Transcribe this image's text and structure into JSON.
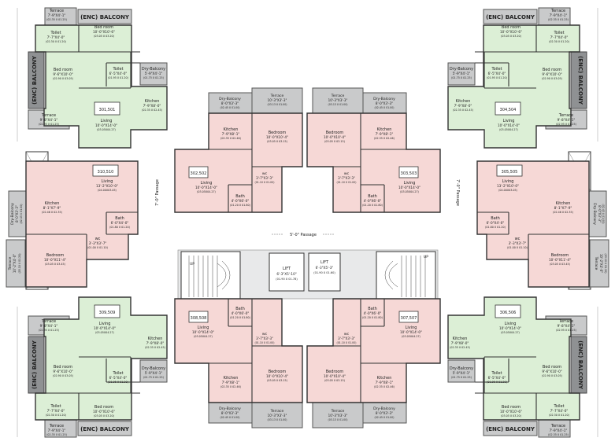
{
  "balcony": {
    "enc": "(ENC) BALCONY"
  },
  "rooms": {
    "terrace_7x4": {
      "name": "Terrace",
      "dim": "7'-9\"X4'-1\"",
      "area": "(02.35 X 01.25)"
    },
    "terrace_9x4": {
      "name": "Terrace",
      "dim": "9'-8\"X4'-1\"",
      "area": "(02.95 X 01.25)"
    },
    "terrace_10x3": {
      "name": "Terrace",
      "dim": "10'-3\"X3'-3\"",
      "area": "(03.13 X 01.00)"
    },
    "terrace_vert": {
      "name": "Terrace",
      "dim": "10'-2\"X4'-0\"",
      "area": "(03.10 X 01.20)"
    },
    "toilet_7x4": {
      "name": "Toilet",
      "dim": "7'-7\"X4'-0\"",
      "area": "(02.30 X 01.20)"
    },
    "toilet_6x4": {
      "name": "Toilet",
      "dim": "6'-5\"X4'-0\"",
      "area": "(01.95 X 01.20)"
    },
    "bed_10x10": {
      "name": "Bed room",
      "dim": "10'-0\"X10'-6\"",
      "area": "(03.05 X 03.20)"
    },
    "bed_9x10": {
      "name": "Bed room",
      "dim": "9'-6\"X10'-0\"",
      "area": "(02.90 X 03.05)"
    },
    "drybal_5x4": {
      "name": "Dry-Balcony",
      "dim": "5'-9\"X4'-1\"",
      "area": "(01.75 X 01.25)"
    },
    "drybal_8x3": {
      "name": "Dry-Balcony",
      "dim": "8'-0\"X3'-3\"",
      "area": "(02.45 X 01.00)"
    },
    "drybal_vert": {
      "name": "Dry-Balcony",
      "dim": "8'-0\"X3'-3\"",
      "area": "(02.45 X 01.00)"
    },
    "kitchen_7x8": {
      "name": "Kitchen",
      "dim": "7'-9\"X8'-0\"",
      "area": "(02.35 X 02.45)"
    },
    "kitchen_7x8_1": {
      "name": "Kitchen",
      "dim": "7'-9\"X8'-1\"",
      "area": "(02.35 X 02.46)"
    },
    "kitchen_8x7": {
      "name": "Kitchen",
      "dim": "8'-1\"X7'-9\"",
      "area": "(02.46 X 02.35)"
    },
    "living_10x14": {
      "name": "Living",
      "dim": "10'-0\"X14'-0\"",
      "area": "(03.05X04.27)"
    },
    "living_13x10": {
      "name": "Living",
      "dim": "13'-2\"X10'-0\"",
      "area": "(04.00X03.05)"
    },
    "bedroom_10x10": {
      "name": "Bedroom",
      "dim": "10'-0\"X10'-4\"",
      "area": "(03.05 X 03.15)"
    },
    "bedroom_10x11": {
      "name": "Bedroom",
      "dim": "10'-0\"X11'-4\"",
      "area": "(03.05 X 03.45)"
    },
    "bath_4x6": {
      "name": "Bath",
      "dim": "4'-0\"X6'-0\"",
      "area": "(01.20 X 01.80)"
    },
    "bath_6x4": {
      "name": "Bath",
      "dim": "6'-0\"X4'-0\"",
      "area": "(01.80 X 01.20)"
    },
    "wc_3x3": {
      "name": "wc",
      "dim": "3'-7\"X3'-3\"",
      "area": "(01.10 X 01.00)"
    },
    "wc_3x3b": {
      "name": "wc",
      "dim": "3'-3\"X3'-7\"",
      "area": "(01.00 X 01.10)"
    },
    "lift_left": {
      "name": "LIFT",
      "dim": "6'-3\"X5'-10\"",
      "area": "(01.90 X 01.78)"
    },
    "lift_right": {
      "name": "LIFT",
      "dim": "6'-3\"X5'-3\"",
      "area": "(01.90 X 01.60)"
    }
  },
  "units": {
    "u301_501": "301,501",
    "u302_502": "302,502",
    "u303_503": "303,503",
    "u304_504": "304,504",
    "u305_505": "305,505",
    "u306_506": "306,506",
    "u307_507": "307,507",
    "u308_508": "308,508",
    "u309_509": "309,509",
    "u310_510": "310,510"
  },
  "passages": {
    "center": "5'-0\" Passage",
    "side": "7'-0\" Passage"
  },
  "stair": {
    "up": "UP"
  }
}
